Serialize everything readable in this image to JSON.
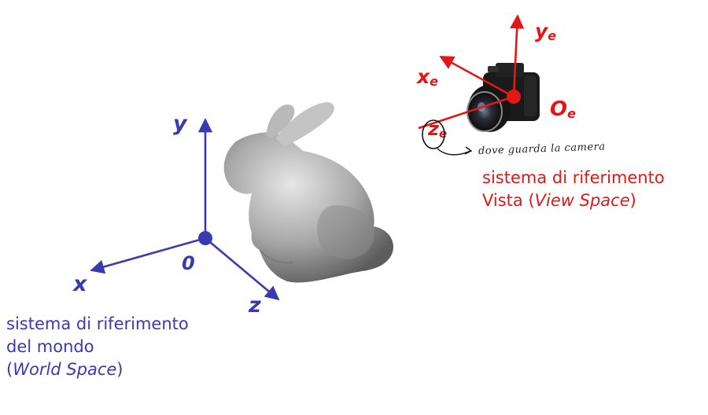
{
  "colors": {
    "world_axes": "#3a3ab0",
    "view_axes": "#e01818",
    "bunny": "#9a9a9a",
    "camera_body": "#1a1a1a",
    "note_ink": "#222222"
  },
  "world_space": {
    "axis_labels": {
      "y": "y",
      "x": "x",
      "z": "z",
      "origin": "0"
    },
    "caption": {
      "line1": "sistema di riferimento",
      "line2": "del mondo",
      "line3_open": "(",
      "line3_em": "World Space",
      "line3_close": ")"
    }
  },
  "view_space": {
    "axis_labels": {
      "y": "y",
      "y_sub": "e",
      "x": "x",
      "x_sub": "e",
      "z": "z",
      "z_sub": "e",
      "origin": "O",
      "origin_sub": "e"
    },
    "caption": {
      "line1": "sistema di riferimento",
      "line2_pre": "Vista (",
      "line2_em": "View Space",
      "line2_close": ")"
    },
    "handwritten_note": "dove guarda la camera"
  },
  "icons": {
    "bunny": "stanford-bunny-icon",
    "camera": "camera-icon"
  }
}
